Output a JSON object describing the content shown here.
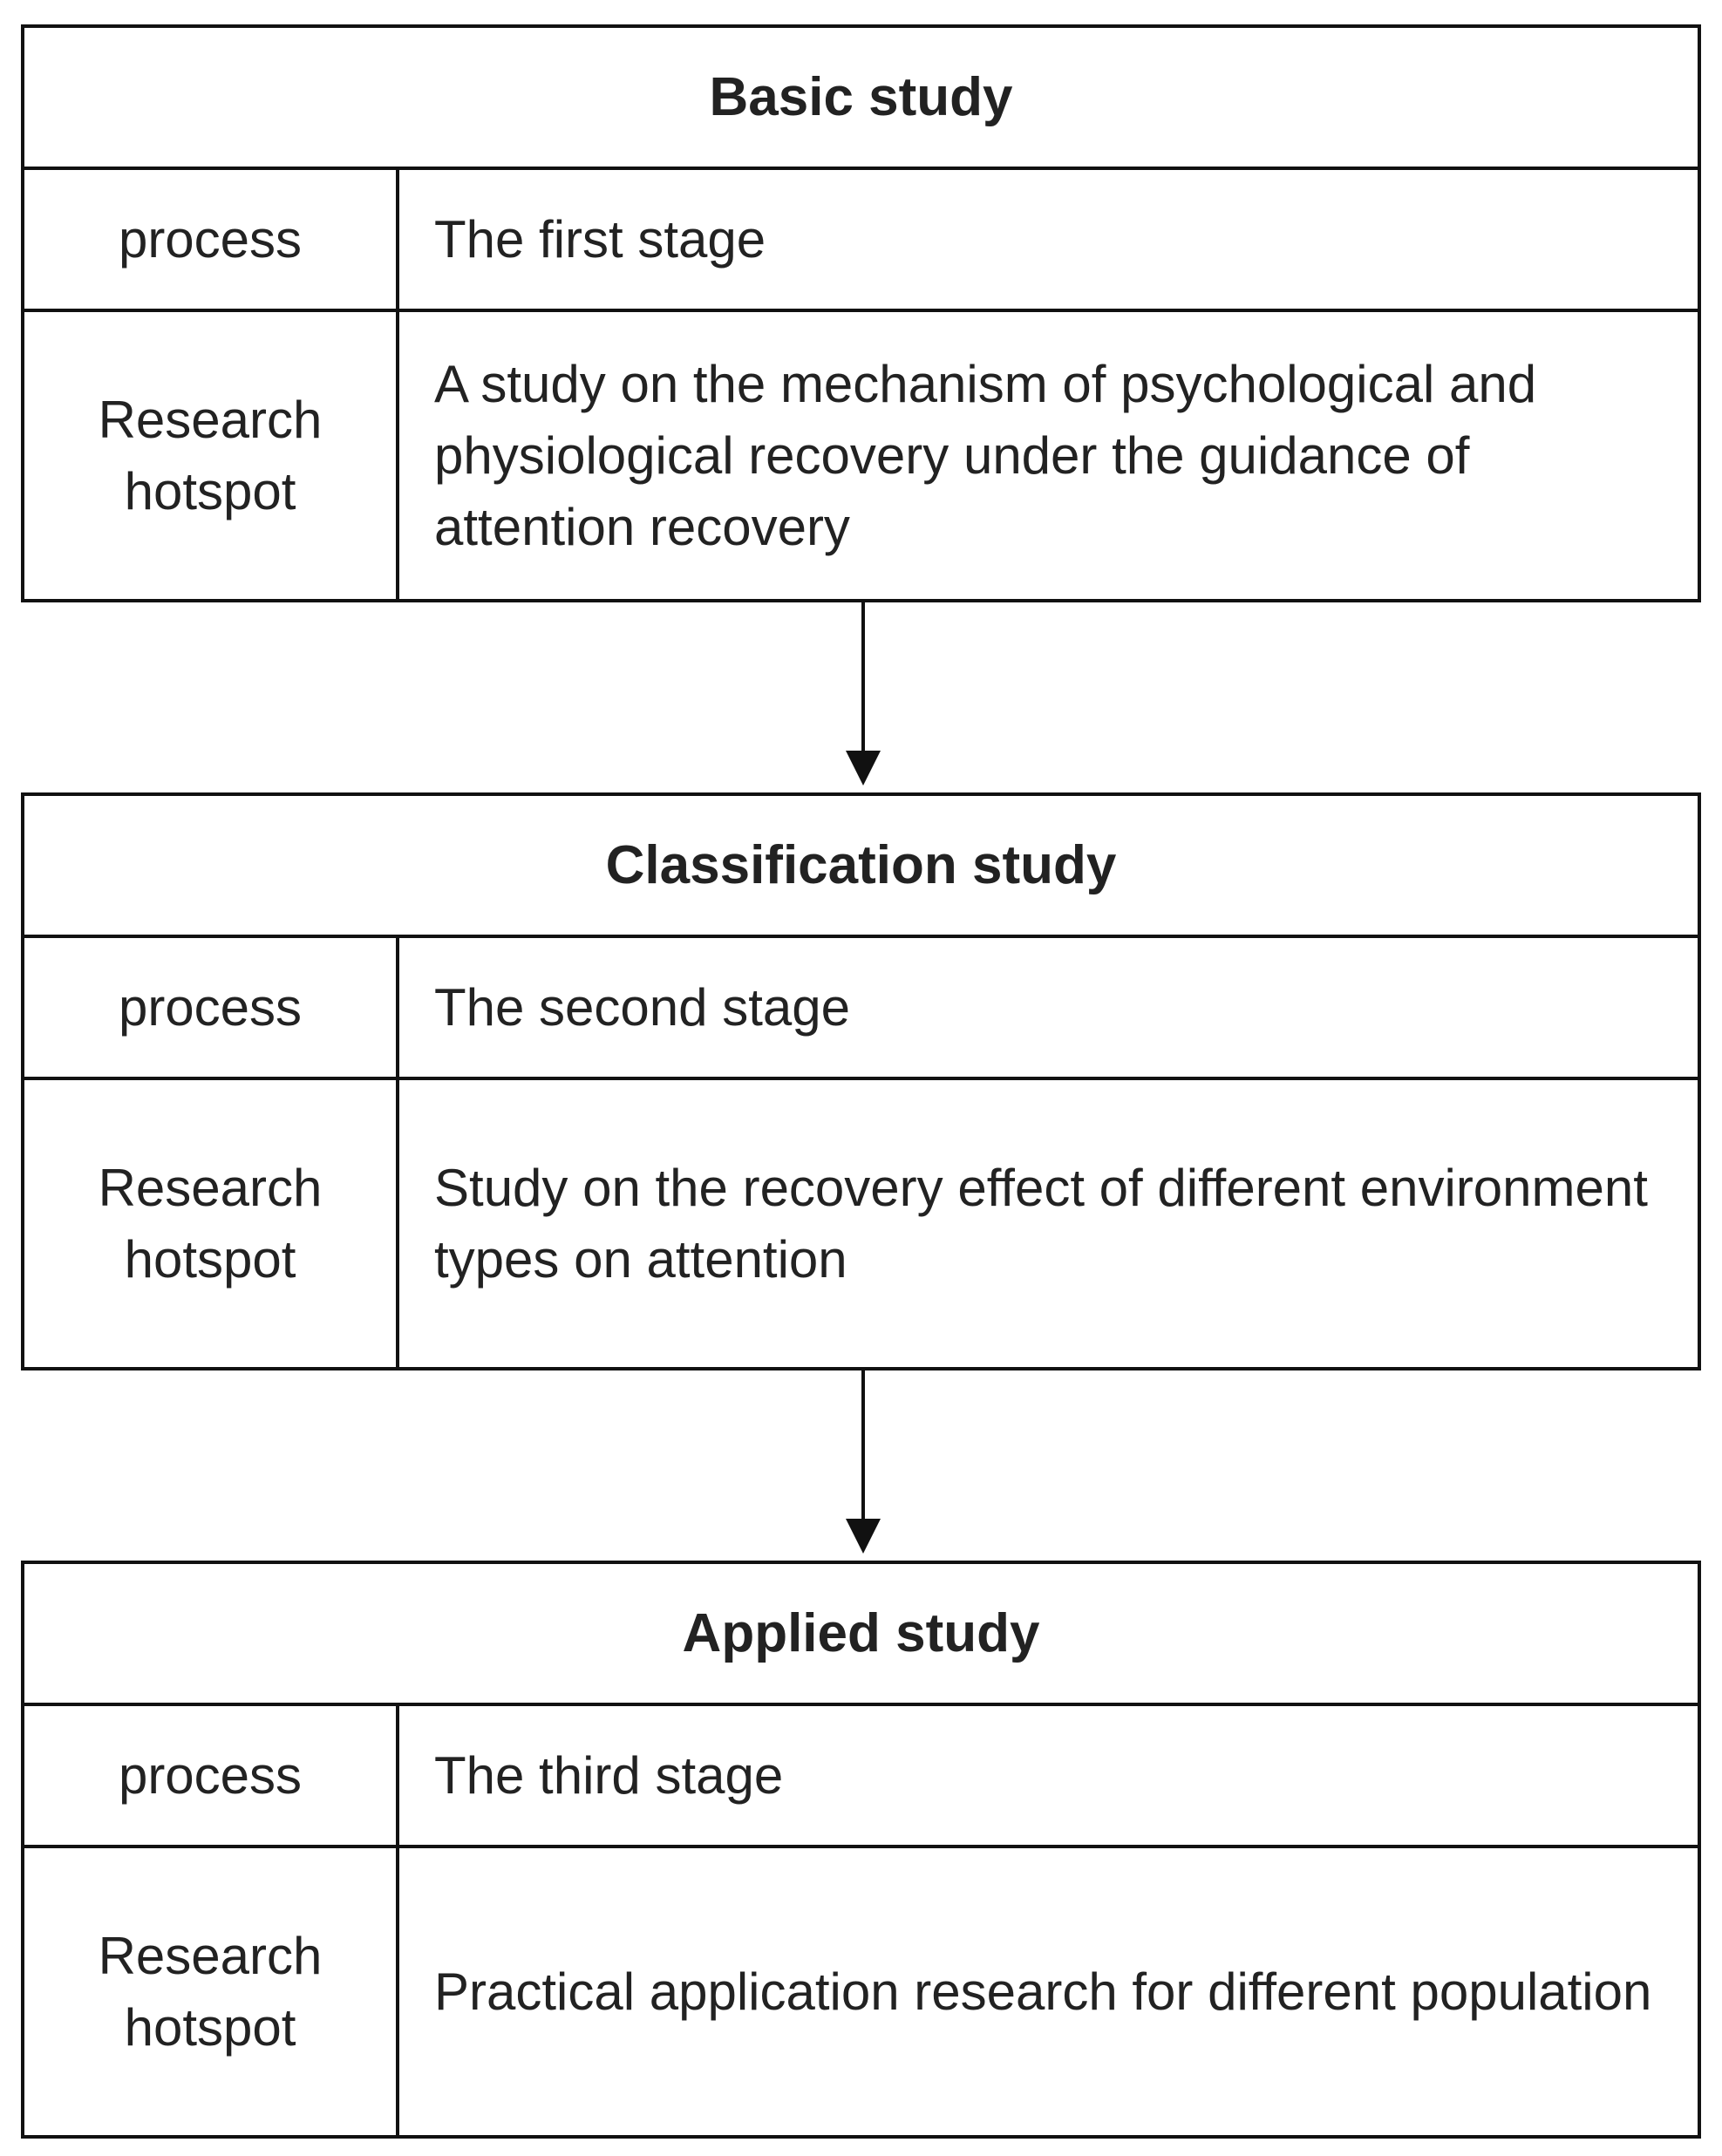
{
  "stages": [
    {
      "title": "Basic study",
      "process_label": "process",
      "process_value": "The first stage",
      "hotspot_label": "Research hotspot",
      "hotspot_value": "A study on the mechanism of psychological and physiological recovery under the guidance of  attention recovery"
    },
    {
      "title": "Classification study",
      "process_label": "process",
      "process_value": "The second stage",
      "hotspot_label": "Research hotspot",
      "hotspot_value": "Study on the recovery effect of different environment types on attention"
    },
    {
      "title": "Applied study",
      "process_label": "process",
      "process_value": "The third stage",
      "hotspot_label": "Research hotspot",
      "hotspot_value": "Practical application research for different population"
    }
  ]
}
